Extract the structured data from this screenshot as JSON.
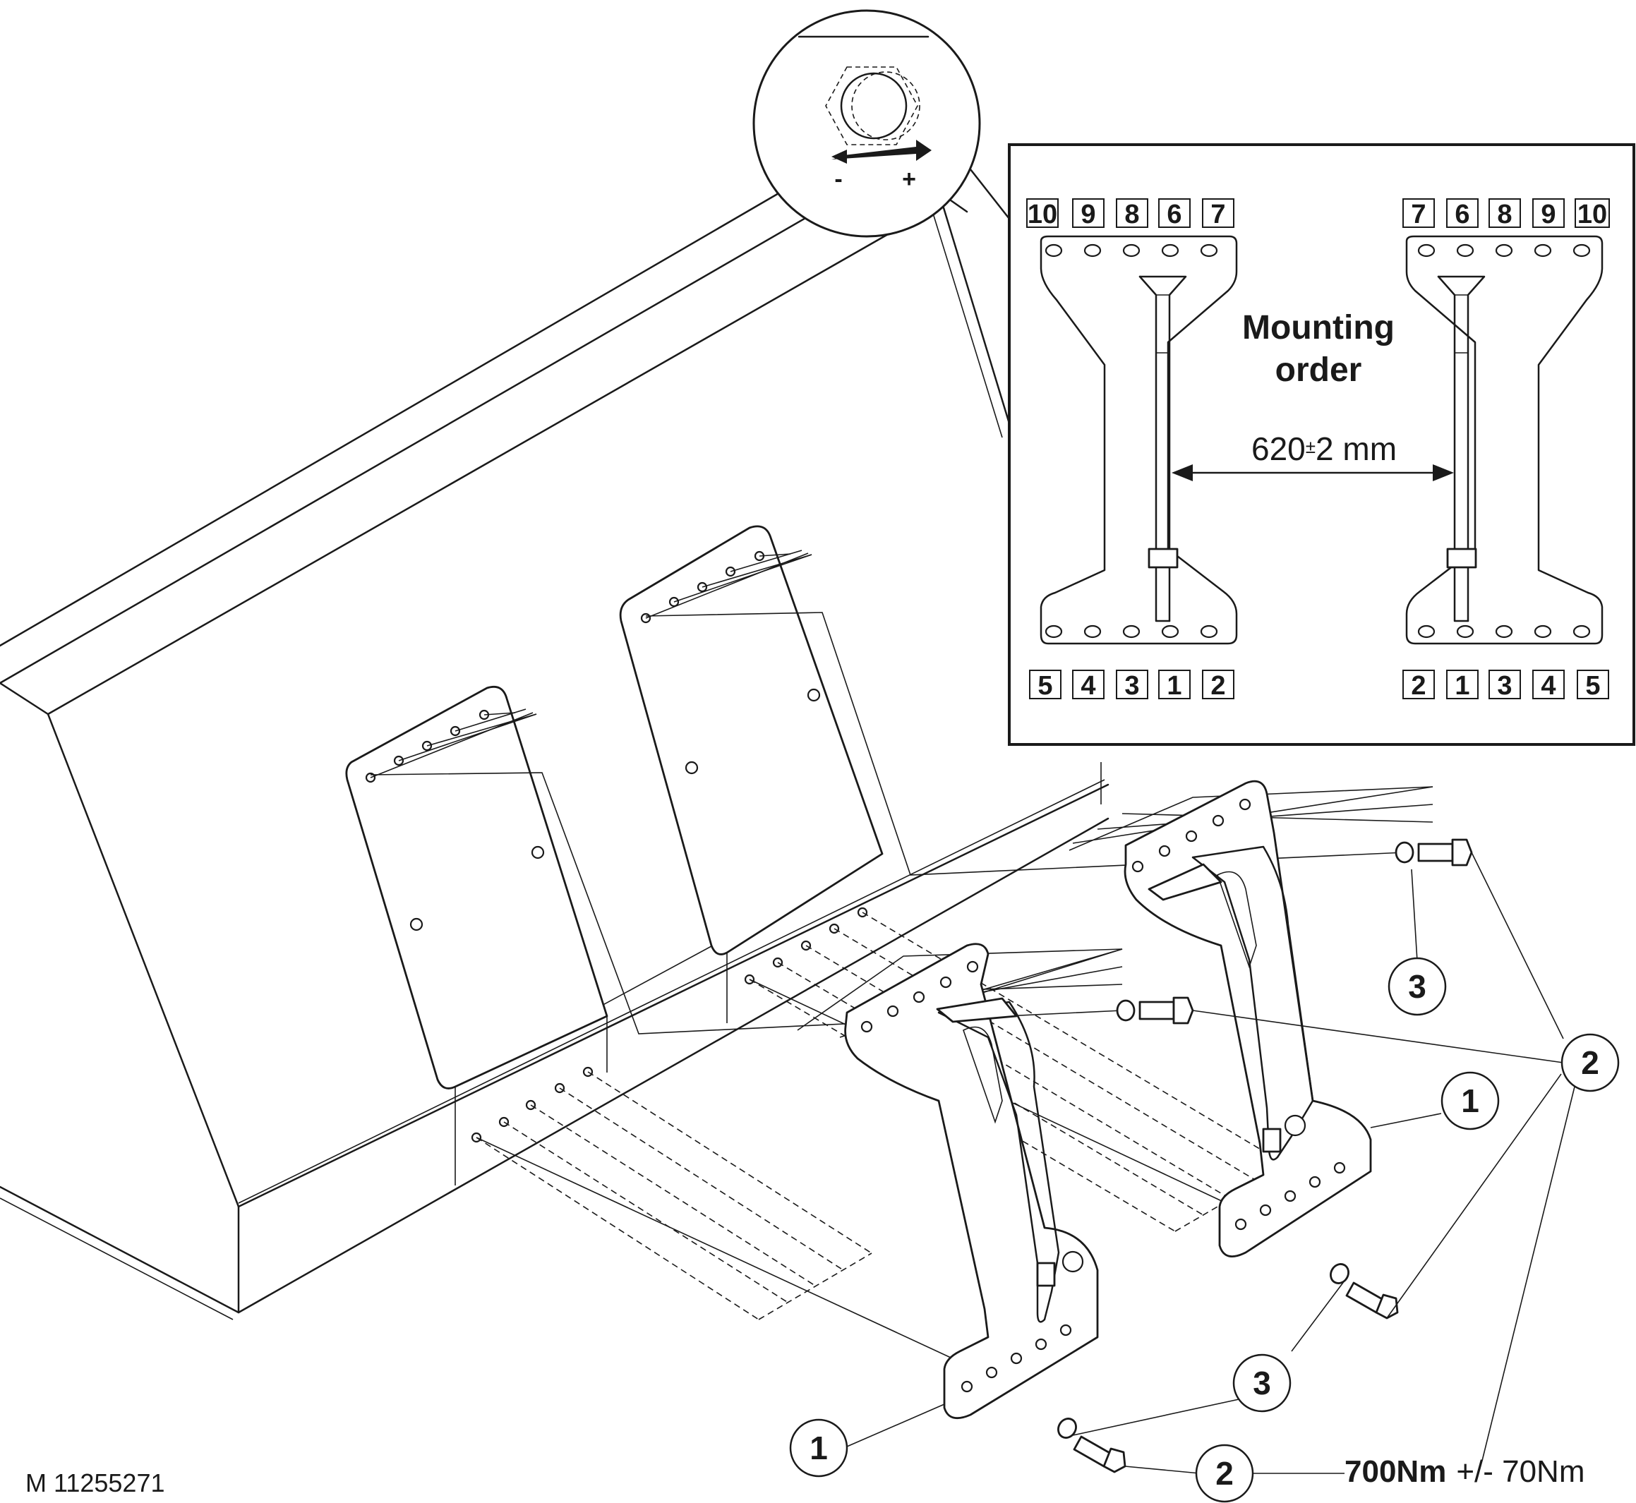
{
  "figure_ref": "M 11255271",
  "inset": {
    "title_line1": "Mounting",
    "title_line2": "order",
    "dimension_value": "620",
    "dimension_tolerance": "±",
    "dimension_rest": "2 mm",
    "left_plate": {
      "top_order": [
        "10",
        "9",
        "8",
        "6",
        "7"
      ],
      "bottom_order": [
        "5",
        "4",
        "3",
        "1",
        "2"
      ]
    },
    "right_plate": {
      "top_order": [
        "7",
        "6",
        "8",
        "9",
        "10"
      ],
      "bottom_order": [
        "2",
        "1",
        "3",
        "4",
        "5"
      ]
    }
  },
  "detail": {
    "minus_label": "-",
    "plus_label": "+"
  },
  "callouts": {
    "bracket": "1",
    "bolt": "2",
    "washer": "3"
  },
  "torque": {
    "value": "700Nm",
    "tolerance": "+/- 70Nm"
  }
}
